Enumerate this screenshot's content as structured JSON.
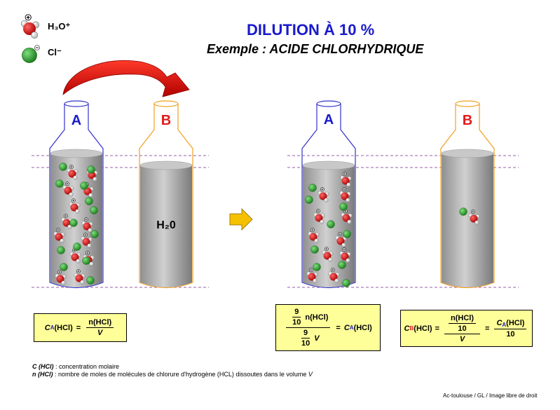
{
  "title": "DILUTION À 10 %",
  "subtitle": "Exemple : ACIDE CHLORHYDRIQUE",
  "legend": {
    "hydronium": {
      "label": "H₃O⁺",
      "charge": "+"
    },
    "chloride": {
      "label": "Cl⁻",
      "charge": "−"
    }
  },
  "containers": {
    "a_label": "A",
    "b_label": "B",
    "water_label": "H₂0"
  },
  "formulas": {
    "ca_symbol": "C",
    "ca_sub": "A",
    "cb_sub": "B",
    "hcl": "(HCl)",
    "n_hcl": "n(HCl)",
    "v": "V",
    "nine": "9",
    "ten": "10"
  },
  "notes": {
    "c_term": "C (HCl)",
    "c_desc": " : concentration molaire",
    "n_term": "n (HCl)",
    "n_desc_pre": " : nombre de moles de molécules de chlorure d'hydrogène (HCL) dissoutes dans le volume ",
    "n_desc_v": "V"
  },
  "credit": "Ac-toulouse / GL / Image libre de droit",
  "colors": {
    "title": "#1a1acc",
    "label_a": "#1a1acc",
    "label_b": "#e31b1b",
    "outline_a": "#3333cc",
    "outline_b": "#f0a020",
    "liquid": "#a8a8a8",
    "arrow_red": "#d40000",
    "arrow_yellow": "#f5c000",
    "box": "#ffff99",
    "hydronium_o": "#cc1111",
    "chloride": "#2aa52a"
  }
}
